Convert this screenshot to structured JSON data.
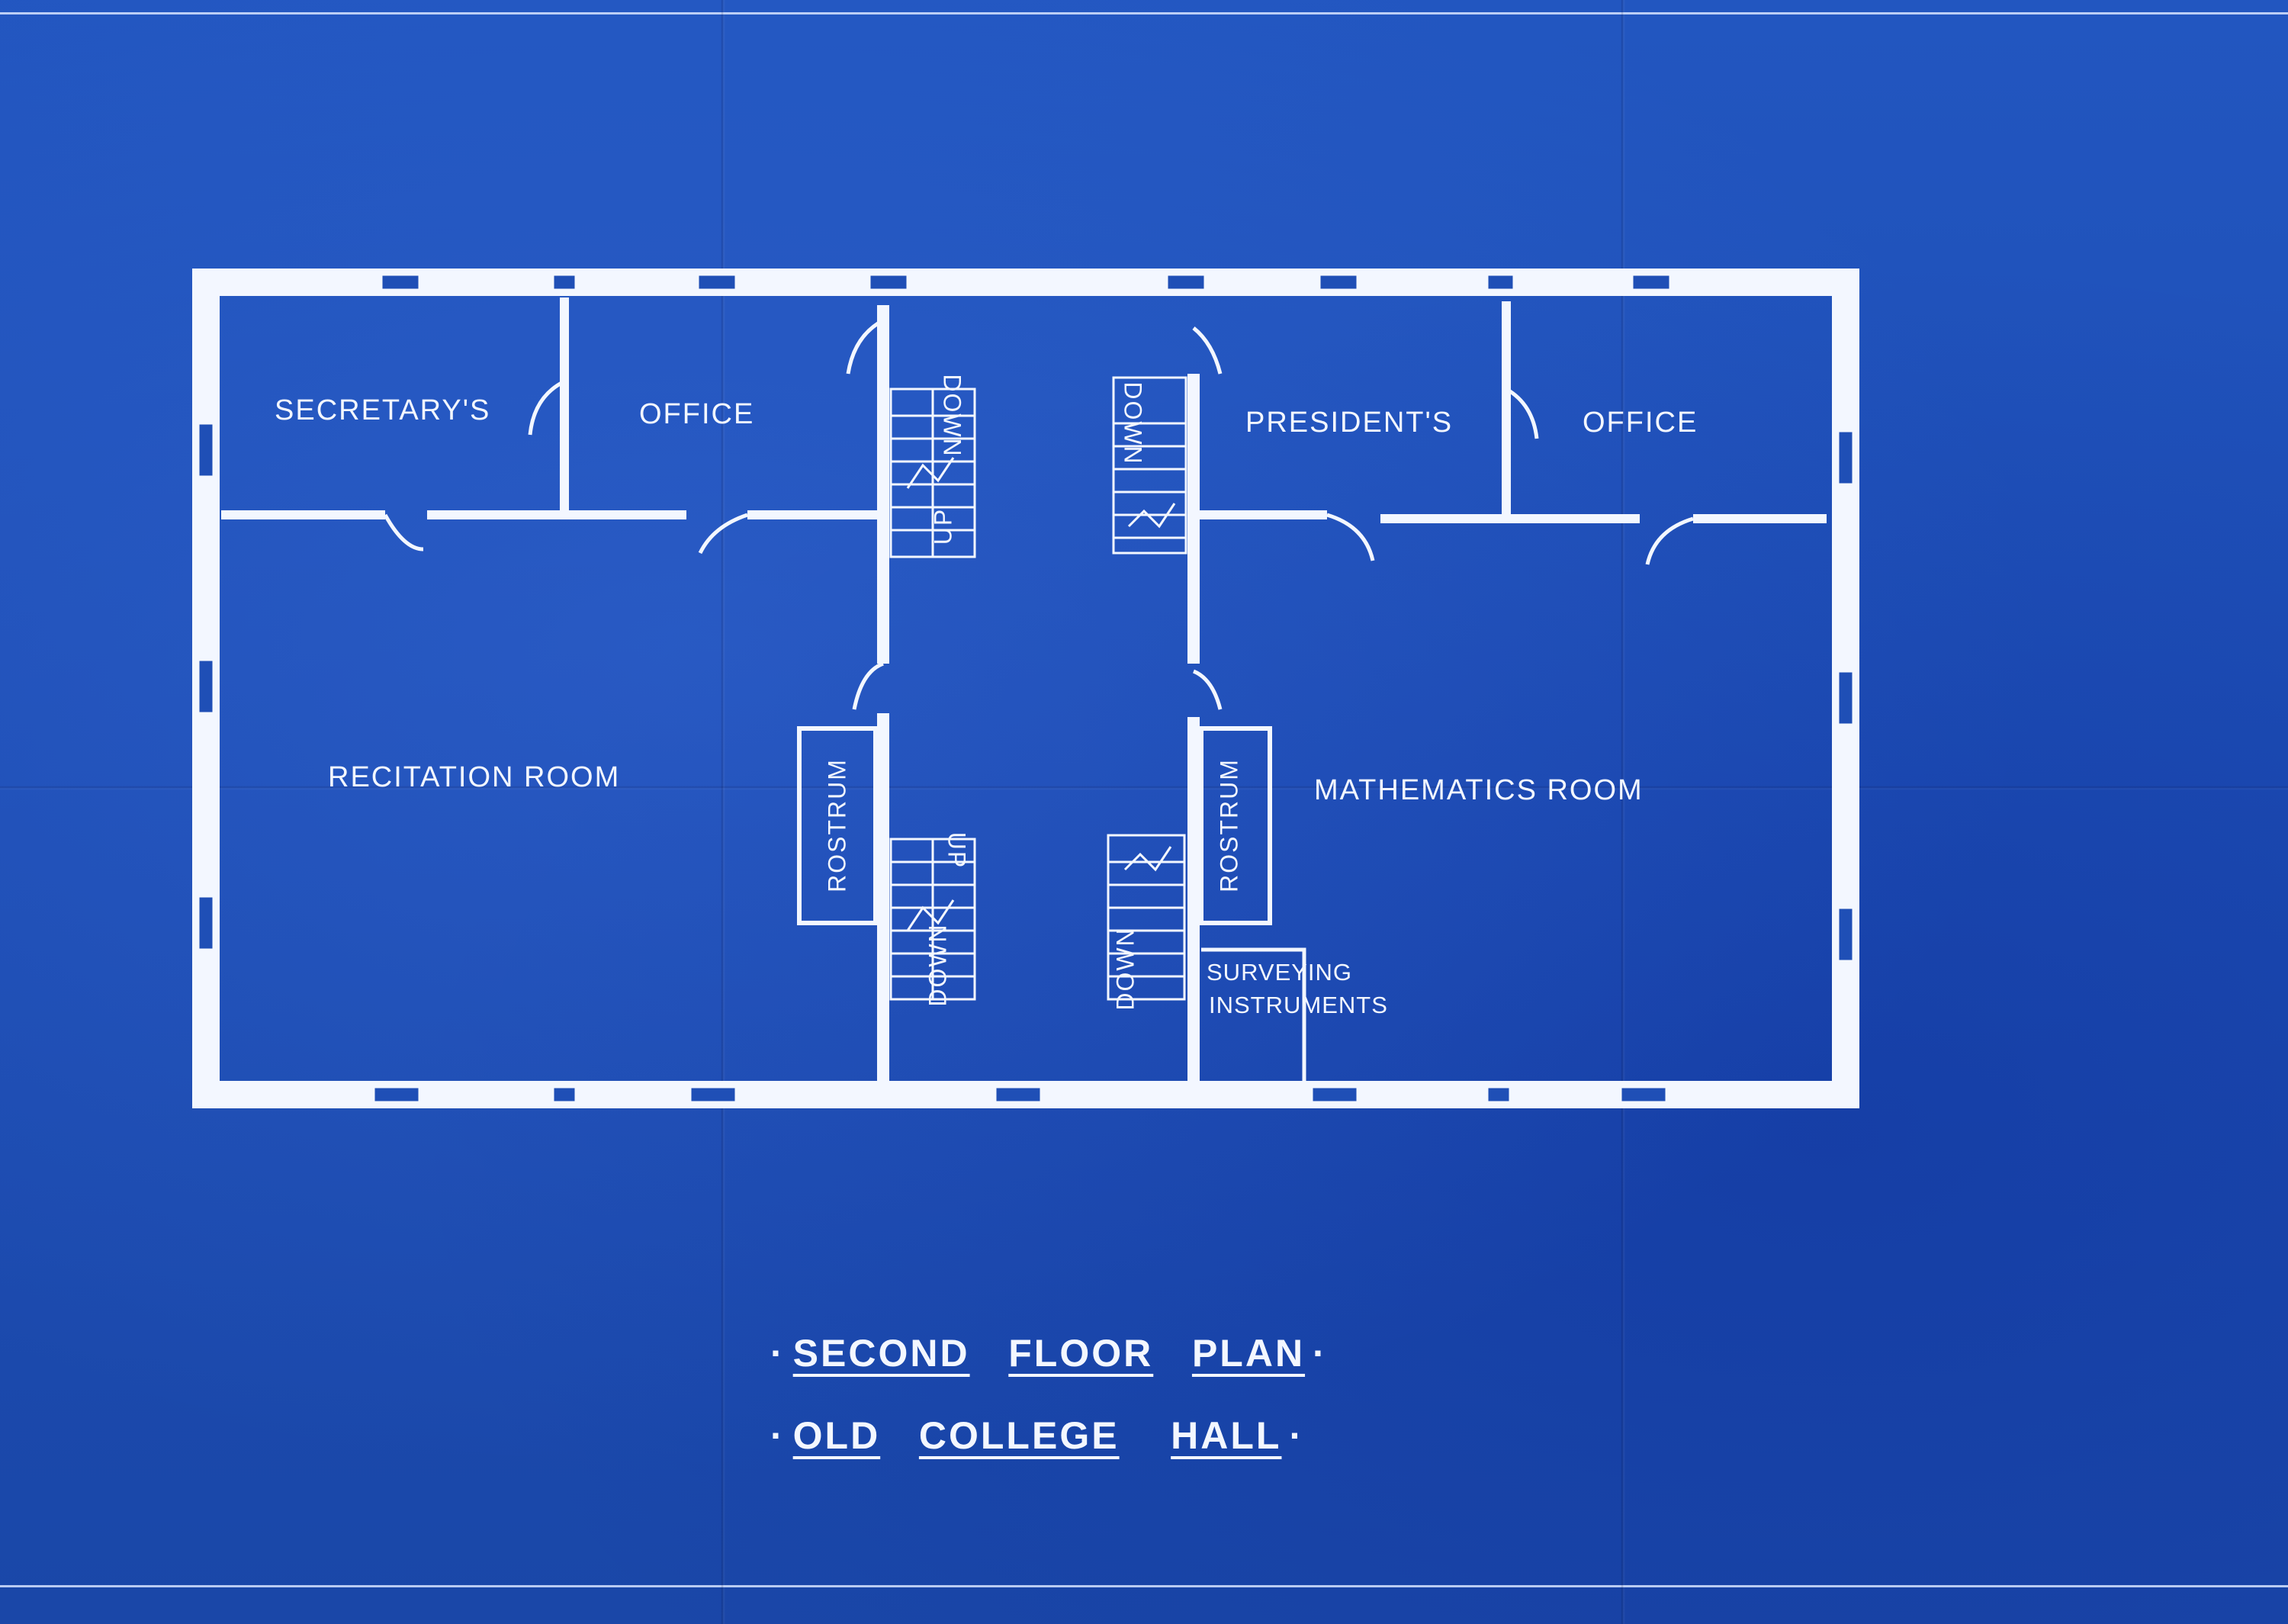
{
  "plan": {
    "rooms": {
      "secretary": "SECRETARY'S",
      "secretary_office": "OFFICE",
      "president": "PRESIDENT'S",
      "president_office": "OFFICE",
      "recitation": "RECITATION   ROOM",
      "mathematics": "MATHEMATICS   ROOM",
      "surveying_1": "SURVEYING",
      "surveying_2": "INSTRUMENTS"
    },
    "rostrum_left": "ROSTRUM",
    "rostrum_right": "ROSTRUM",
    "stairs": {
      "left_upper_up": "UP",
      "left_upper_down": "DOWN",
      "left_lower_down": "DOWN",
      "left_lower_up": "UP",
      "right_upper_down": "DOWN",
      "right_lower_down": "DOWN"
    }
  },
  "title": {
    "line1": [
      "SECOND",
      "FLOOR",
      "PLAN"
    ],
    "line2": [
      "OLD",
      "COLLEGE",
      "HALL"
    ]
  },
  "colors": {
    "paper": "#1f4fb6",
    "ink": "#f3f7ff"
  }
}
